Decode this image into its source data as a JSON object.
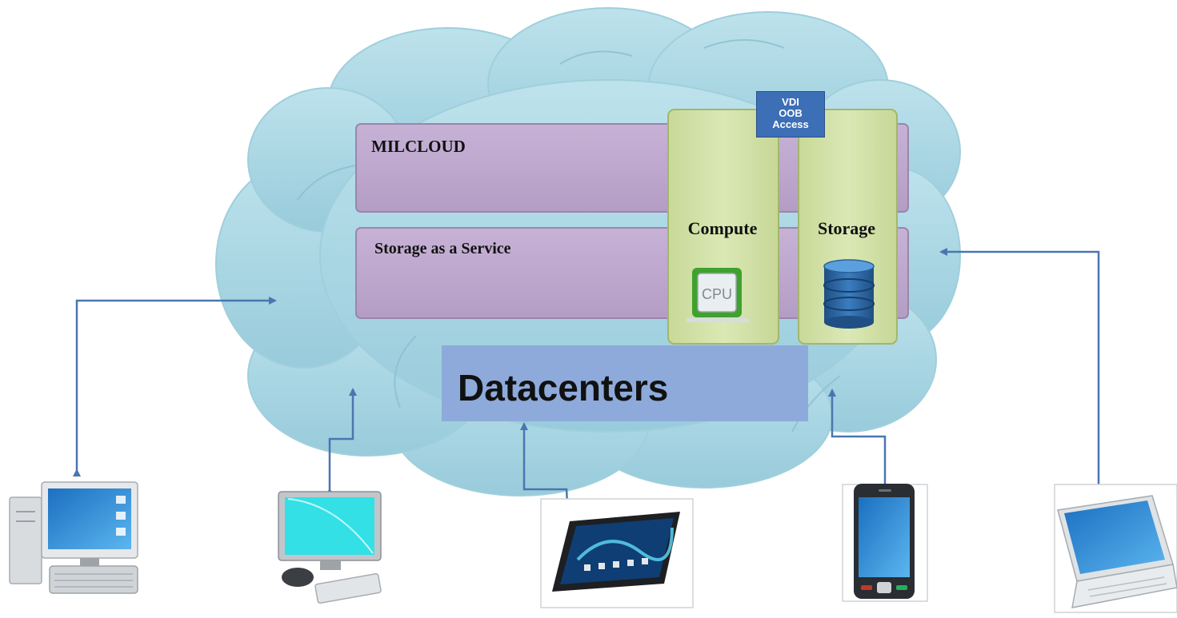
{
  "colors": {
    "cloud_fill": "#a9d6e3",
    "cloud_fold": "#8fc6d6",
    "band_fill": "#bda6cc",
    "column_fill": "#d2e1a5",
    "badge_fill": "#3c6fb6",
    "datacenter_box": "#8eaadb",
    "arrow": "#4a76b0"
  },
  "cloud": {
    "bands": [
      {
        "label": "MILCLOUD"
      },
      {
        "label": "Storage as a Service"
      }
    ],
    "columns": [
      {
        "label": "Compute",
        "icon": "cpu-chip-icon",
        "icon_text": "CPU"
      },
      {
        "label": "Storage",
        "icon": "database-icon"
      }
    ],
    "badge": {
      "lines": [
        "VDI",
        "OOB",
        "Access"
      ]
    },
    "datacenters_label": "Datacenters"
  },
  "devices": [
    {
      "name": "desktop-tower-icon"
    },
    {
      "name": "monitor-icon"
    },
    {
      "name": "tablet-icon"
    },
    {
      "name": "smartphone-icon"
    },
    {
      "name": "laptop-icon"
    }
  ]
}
